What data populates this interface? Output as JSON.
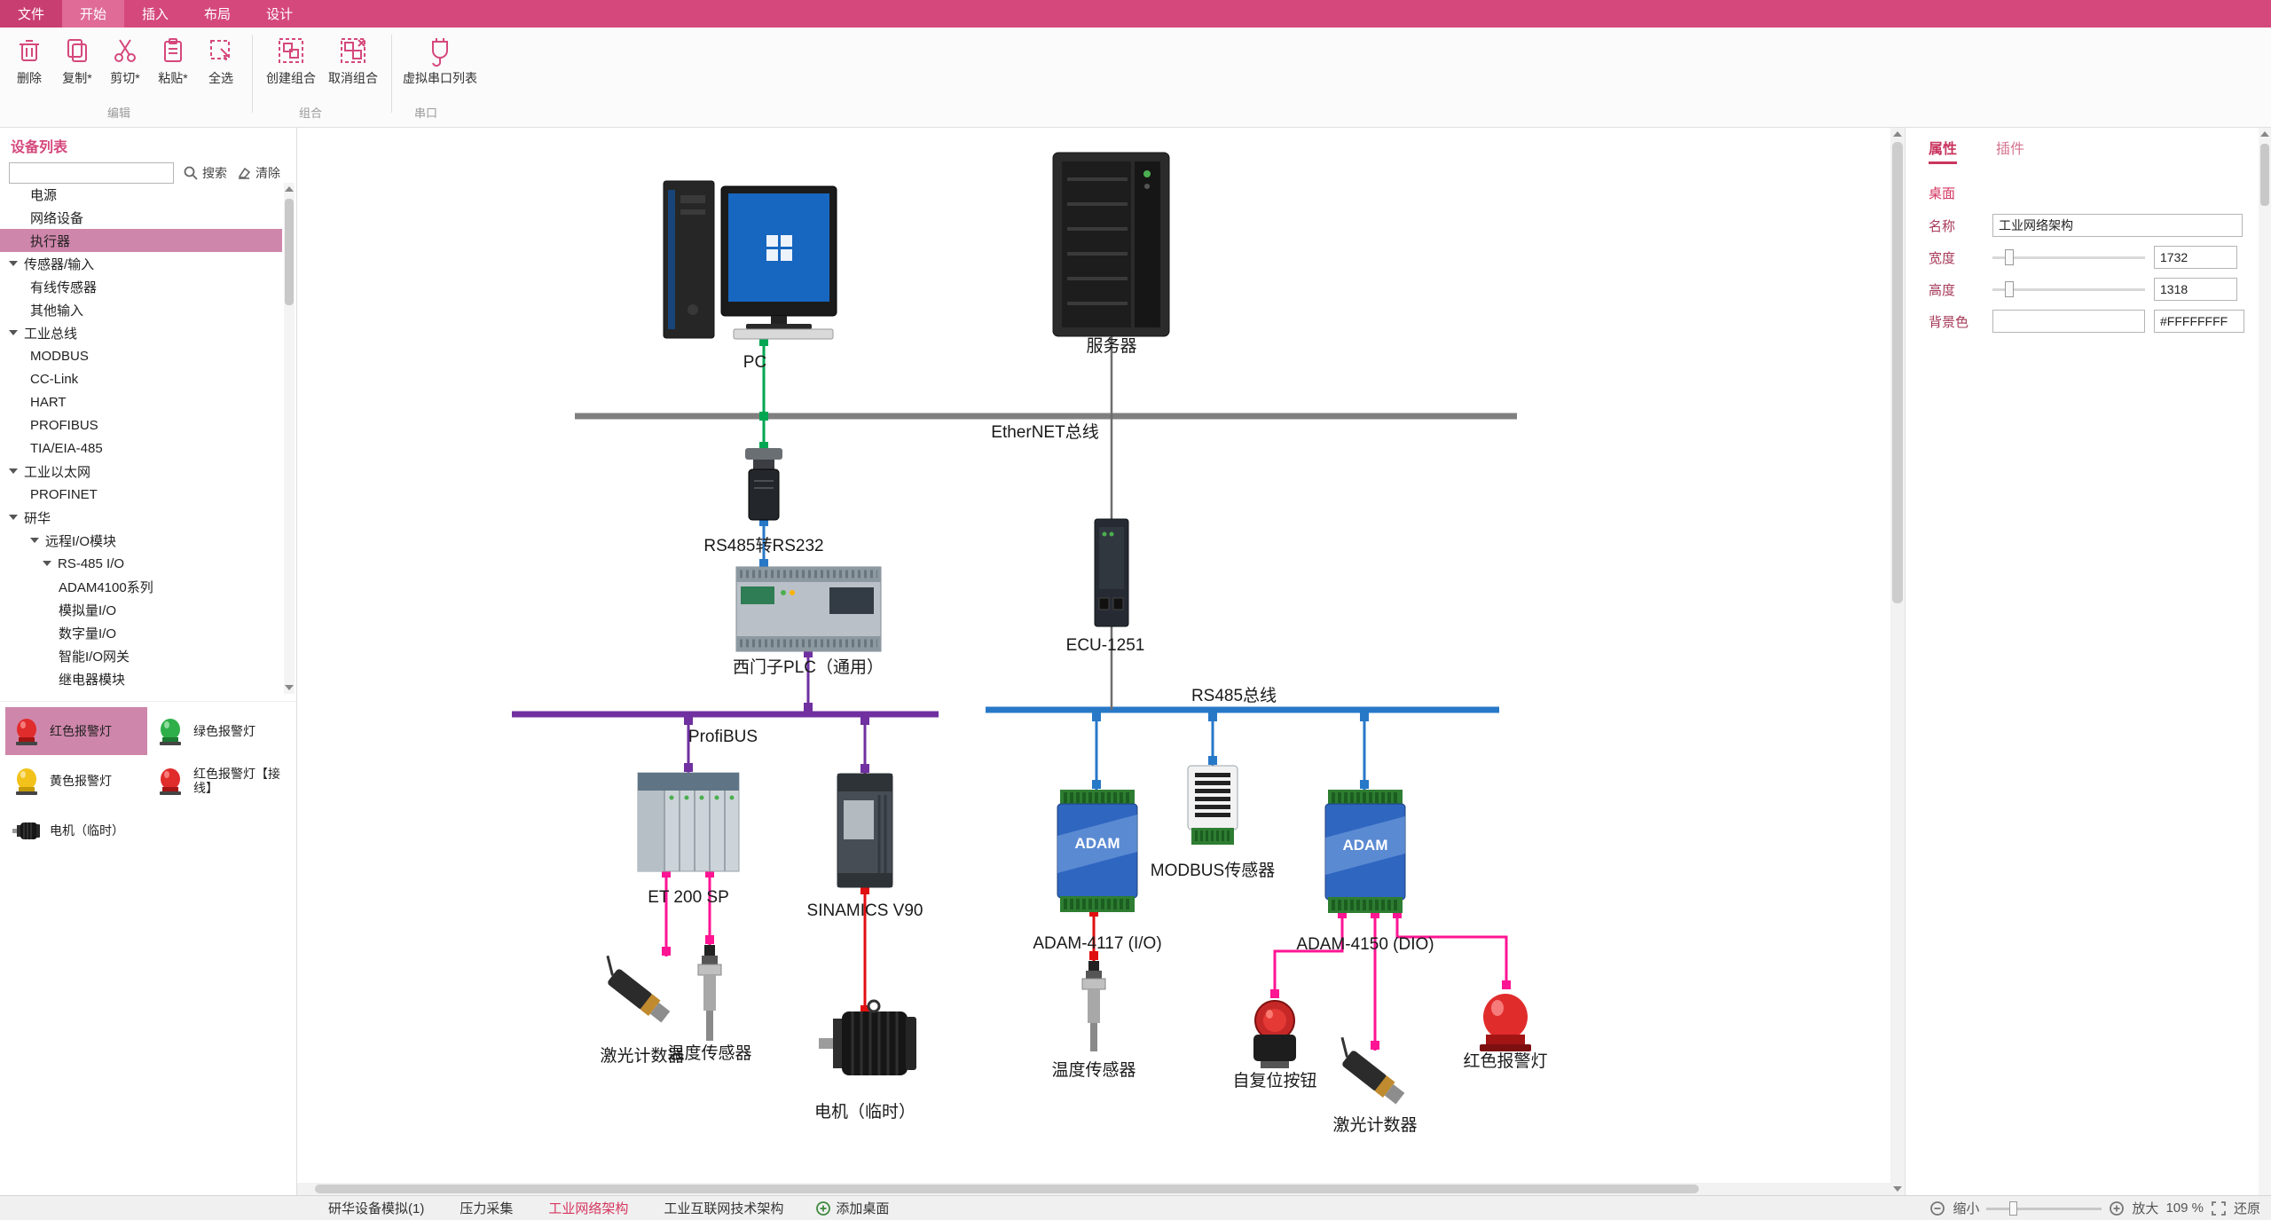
{
  "menu": {
    "file": "文件",
    "home": "开始",
    "insert": "插入",
    "layout": "布局",
    "design": "设计"
  },
  "ribbon": {
    "delete": "删除",
    "copy": "复制*",
    "cut": "剪切*",
    "paste": "粘贴*",
    "select_all": "全选",
    "create_group": "创建组合",
    "ungroup": "取消组合",
    "virtual_serial": "虚拟串口列表",
    "group_edit": "编辑",
    "group_combine": "组合",
    "group_serial": "串口"
  },
  "sidebar": {
    "title": "设备列表",
    "search": "搜索",
    "clear": "清除",
    "tree": [
      {
        "label": "电源"
      },
      {
        "label": "网络设备"
      },
      {
        "label": "执行器"
      },
      {
        "label": "传感器/输入"
      },
      {
        "label": "有线传感器"
      },
      {
        "label": "其他输入"
      },
      {
        "label": "工业总线"
      },
      {
        "label": "MODBUS"
      },
      {
        "label": "CC-Link"
      },
      {
        "label": "HART"
      },
      {
        "label": "PROFIBUS"
      },
      {
        "label": "TIA/EIA-485"
      },
      {
        "label": "工业以太网"
      },
      {
        "label": "PROFINET"
      },
      {
        "label": "研华"
      },
      {
        "label": "远程I/O模块"
      },
      {
        "label": "RS-485 I/O"
      },
      {
        "label": "ADAM4100系列"
      },
      {
        "label": "模拟量I/O"
      },
      {
        "label": "数字量I/O"
      },
      {
        "label": "智能I/O网关"
      },
      {
        "label": "继电器模块"
      }
    ],
    "palette": [
      {
        "label": "红色报警灯"
      },
      {
        "label": "绿色报警灯"
      },
      {
        "label": "黄色报警灯"
      },
      {
        "label": "红色报警灯【接线】"
      },
      {
        "label": "电机（临时）"
      }
    ]
  },
  "canvas": {
    "buses": {
      "ethernet": "EtherNET总线",
      "profibus": "ProfiBUS",
      "rs485": "RS485总线"
    },
    "device_text": {
      "adam": "ADAM"
    },
    "nodes": {
      "pc": "PC",
      "server": "服务器",
      "converter": "RS485转RS232",
      "plc": "西门子PLC（通用）",
      "ecu": "ECU-1251",
      "et200sp": "ET 200 SP",
      "v90": "SINAMICS V90",
      "modbus_sensor": "MODBUS传感器",
      "adam4117": "ADAM-4117 (I/O)",
      "adam4150": "ADAM-4150 (DIO)",
      "laser_counter_1": "激光计数器",
      "temp_sensor_1": "温度传感器",
      "motor": "电机（临时）",
      "temp_sensor_2": "温度传感器",
      "reset_button": "自复位按钮",
      "laser_counter_2": "激光计数器",
      "red_alarm": "红色报警灯"
    }
  },
  "properties": {
    "tab_props": "属性",
    "tab_plugins": "插件",
    "section": "桌面",
    "name_label": "名称",
    "name_value": "工业网络架构",
    "width_label": "宽度",
    "width_value": "1732",
    "height_label": "高度",
    "height_value": "1318",
    "bg_label": "背景色",
    "bg_value": "#FFFFFFFF"
  },
  "bottombar": {
    "tab1": "研华设备模拟(1)",
    "tab2": "压力采集",
    "tab3": "工业网络架构",
    "tab4": "工业互联网技术架构",
    "add_desktop": "添加桌面",
    "zoom_out": "缩小",
    "zoom_in": "放大",
    "zoom_value": "109 %",
    "restore": "还原"
  },
  "colors": {
    "accent": "#d5487c",
    "selection": "#cf86ab",
    "bus_ethernet": "#7f7f7f",
    "bus_profibus": "#7030a0",
    "bus_rs485": "#2878c8",
    "wire_green": "#00a651",
    "wire_magenta": "#ff1493",
    "wire_red": "#e01010",
    "alarm_red": "#e12c2c",
    "alarm_green": "#2faf4a",
    "alarm_yellow": "#f2c21a"
  }
}
